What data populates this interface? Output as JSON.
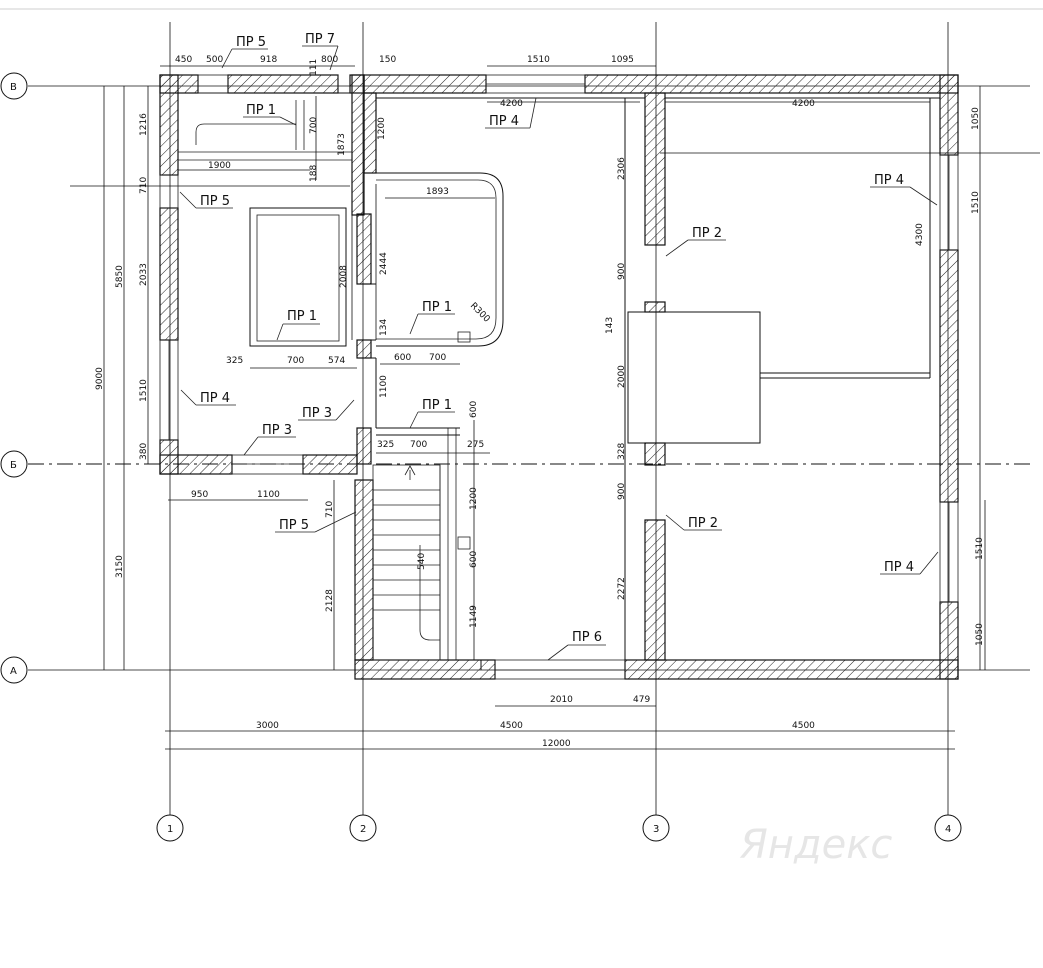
{
  "axes": {
    "rows": [
      "В",
      "Б",
      "А"
    ],
    "columns": [
      "1",
      "2",
      "3",
      "4"
    ]
  },
  "labels": {
    "pr1": "ПР 1",
    "pr2": "ПР 2",
    "pr3": "ПР 3",
    "pr4": "ПР 4",
    "pr5": "ПР 5",
    "pr6": "ПР 6",
    "pr7": "ПР 7"
  },
  "dimensions": {
    "top_450": "450",
    "top_500": "500",
    "top_918": "918",
    "top_800": "800",
    "top_150": "150",
    "top_1510": "1510",
    "top_1095": "1095",
    "d_111": "111",
    "d_700": "700",
    "d_1873": "1873",
    "d_1216": "1216",
    "d_1900": "1900",
    "d_188": "188",
    "d_710": "710",
    "d_4200a": "4200",
    "d_4200b": "4200",
    "d_1200a": "1200",
    "d_1893": "1893",
    "d_2444": "2444",
    "d_2008": "2008",
    "d_2033": "2033",
    "d_5850": "5850",
    "d_9000": "9000",
    "d_1510a": "1510",
    "d_380": "380",
    "d_3150": "3150",
    "d_325a": "325",
    "d_700b": "700",
    "d_574": "574",
    "d_134": "134",
    "d_600a": "600",
    "d_700c": "700",
    "d_r300": "R300",
    "d_1100a": "1100",
    "d_325b": "325",
    "d_700d": "700",
    "d_275": "275",
    "d_600b": "600",
    "d_950": "950",
    "d_1100b": "1100",
    "d_710b": "710",
    "d_2128": "2128",
    "d_1200b": "1200",
    "d_540": "540",
    "d_600c": "600",
    "d_1149": "1149",
    "d_2306": "2306",
    "d_900a": "900",
    "d_143": "143",
    "d_2000": "2000",
    "d_328": "328",
    "d_900b": "900",
    "d_2272": "2272",
    "d_1050a": "1050",
    "d_1510b": "1510",
    "d_4300": "4300",
    "d_1510c": "1510",
    "d_1050b": "1050",
    "d_2010": "2010",
    "d_479": "479",
    "bot_3000": "3000",
    "bot_4500a": "4500",
    "bot_4500b": "4500",
    "bot_12000": "12000"
  },
  "watermark": "Яндекс"
}
